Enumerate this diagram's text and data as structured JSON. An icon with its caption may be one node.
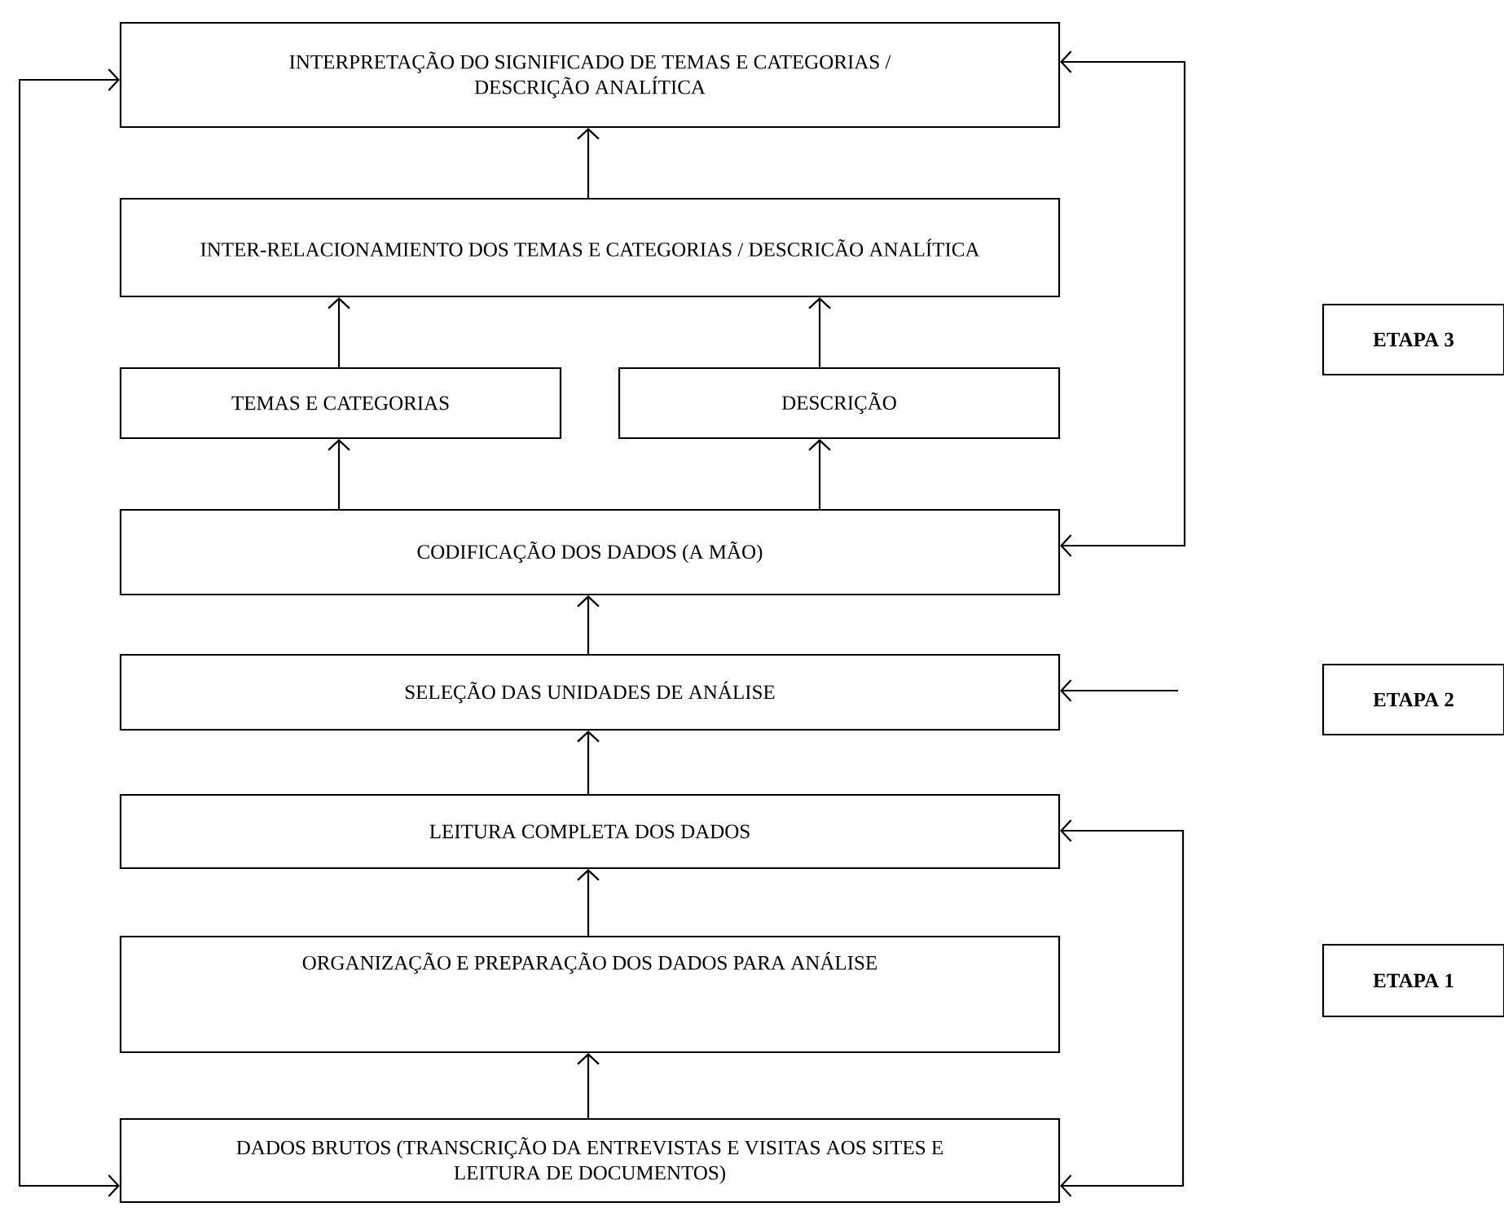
{
  "diagram": {
    "nodes": [
      {
        "text": [
          "INTERPRETAÇÃO DO SIGNIFICADO DE TEMAS E CATEGORIAS / DESCRIÇÃO ANALÍTICA"
        ]
      },
      {
        "text": [
          "INTER-RELACIONAMIENTO DOS TEMAS E CATEGORIAS / DESCRICÃO ANALÍTICA"
        ]
      },
      {
        "text": [
          "TEMAS E CATEGORIAS"
        ]
      },
      {
        "text": [
          "DESCRIÇÃO"
        ]
      },
      {
        "text": [
          "CODIFICAÇÃO DOS DADOS (A MÃO)"
        ]
      },
      {
        "text": [
          "SELEÇÃO DAS UNIDADES DE ANÁLISE"
        ]
      },
      {
        "text": [
          "LEITURA COMPLETA DOS DADOS"
        ]
      },
      {
        "text": [
          "ORGANIZAÇÃO E PREPARAÇÃO DOS DADOS PARA ANÁLISE"
        ]
      },
      {
        "text": [
          "DADOS BRUTOS (TRANSCRIÇÃO DA ENTREVISTAS E VISITAS AOS SITES E LEITURA DE DOCUMENTOS)"
        ]
      },
      {
        "text": [
          "ETAPA 3"
        ]
      },
      {
        "text": [
          "ETAPA 2"
        ]
      },
      {
        "text": [
          "ETAPA 1"
        ]
      }
    ],
    "edges": [
      {
        "from": 8,
        "to": 7,
        "arrow": "to"
      },
      {
        "from": 7,
        "to": 6,
        "arrow": "to"
      },
      {
        "from": 6,
        "to": 5,
        "arrow": "to"
      },
      {
        "from": 5,
        "to": 4,
        "arrow": "to"
      },
      {
        "from": 4,
        "to": 2,
        "arrow": "to"
      },
      {
        "from": 4,
        "to": 3,
        "arrow": "to"
      },
      {
        "from": 2,
        "to": 1,
        "arrow": "to"
      },
      {
        "from": 3,
        "to": 1,
        "arrow": "to"
      },
      {
        "from": 1,
        "to": 0,
        "arrow": "to"
      },
      {
        "from": 8,
        "to": 0,
        "arrow": "both"
      },
      {
        "from": 4,
        "to": 0,
        "arrow": "both"
      },
      {
        "from": 8,
        "to": 6,
        "arrow": "both"
      },
      {
        "from": null,
        "to": 5,
        "arrow": "to"
      }
    ]
  }
}
